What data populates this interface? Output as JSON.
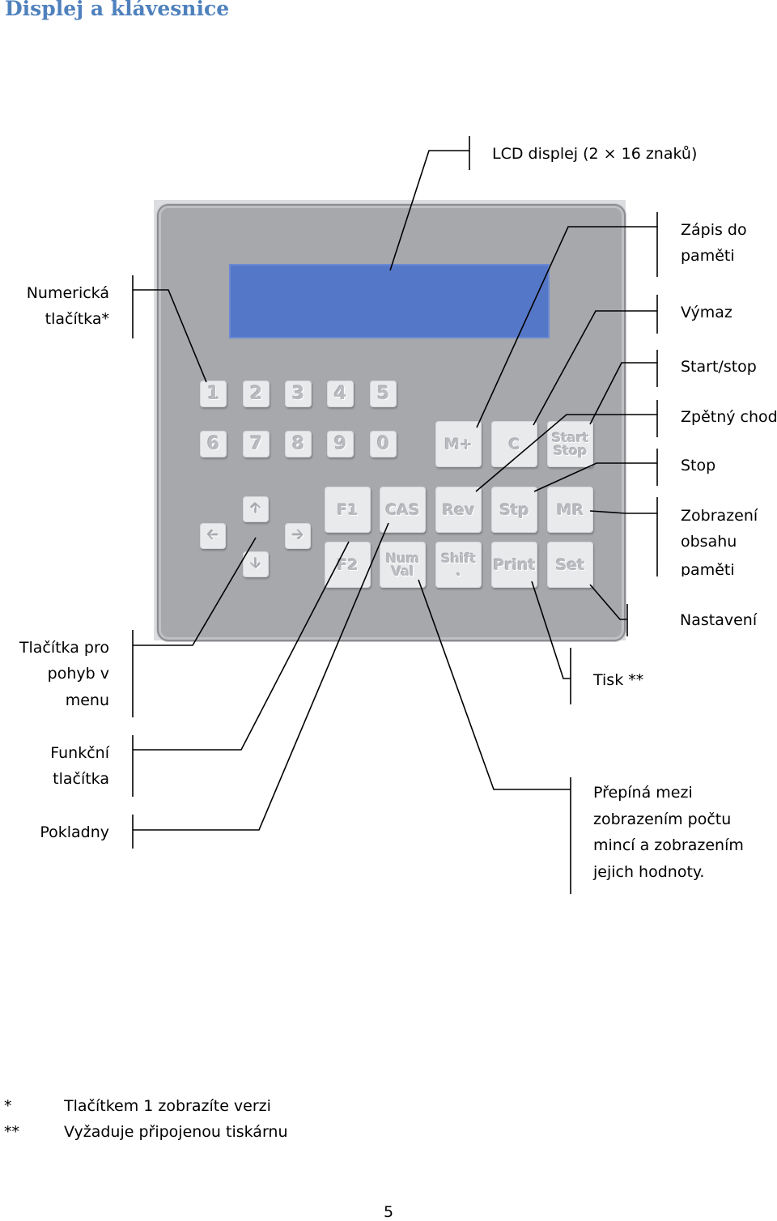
{
  "title": "Displej a klávesnice",
  "labels": {
    "lcd": "LCD displej (2 × 16 znaků)",
    "zapis_1": "Zápis do",
    "zapis_2": "paměti",
    "vymaz": "Výmaz",
    "start_stop": "Start/stop",
    "zpetny": "Zpětný chod",
    "stop": "Stop",
    "zobrazeni_1": "Zobrazení",
    "zobrazeni_2": "obsahu",
    "zobrazeni_3": "paměti",
    "nastaveni": "Nastavení",
    "numericka_1": "Numerická",
    "numericka_2": "tlačítka*",
    "pohyb_1": "Tlačítka pro",
    "pohyb_2": "pohyb v",
    "pohyb_3": "menu",
    "tisk": "Tisk **",
    "funkcni_1": "Funkční",
    "funkcni_2": "tlačítka",
    "pokladny": "Pokladny",
    "prepina_1": "Přepíná mezi",
    "prepina_2": "zobrazením počtu",
    "prepina_3": "mincí a zobrazením",
    "prepina_4": "jejich hodnoty."
  },
  "keypad": {
    "num_row1": [
      "1",
      "2",
      "3",
      "4",
      "5"
    ],
    "num_row2": [
      "6",
      "7",
      "8",
      "9",
      "0"
    ],
    "m_plus": "M+",
    "c": "C",
    "start_1": "Start",
    "start_2": "Stop",
    "f1": "F1",
    "cas": "CAS",
    "rev": "Rev",
    "stp": "Stp",
    "mr": "MR",
    "f2": "F2",
    "num_1": "Num",
    "num_2": "Val",
    "shift_1": "Shift",
    "shift_2": ".",
    "print": "Print",
    "set": "Set",
    "arrow_up": "🡡",
    "arrow_left": "🡠",
    "arrow_right": "🡢",
    "arrow_down": "🡣"
  },
  "footnotes": [
    {
      "mark": "*",
      "text": "Tlačítkem 1 zobrazíte verzi"
    },
    {
      "mark": "**",
      "text": "Vyžaduje připojenou tiskárnu"
    }
  ],
  "page_number": "5"
}
